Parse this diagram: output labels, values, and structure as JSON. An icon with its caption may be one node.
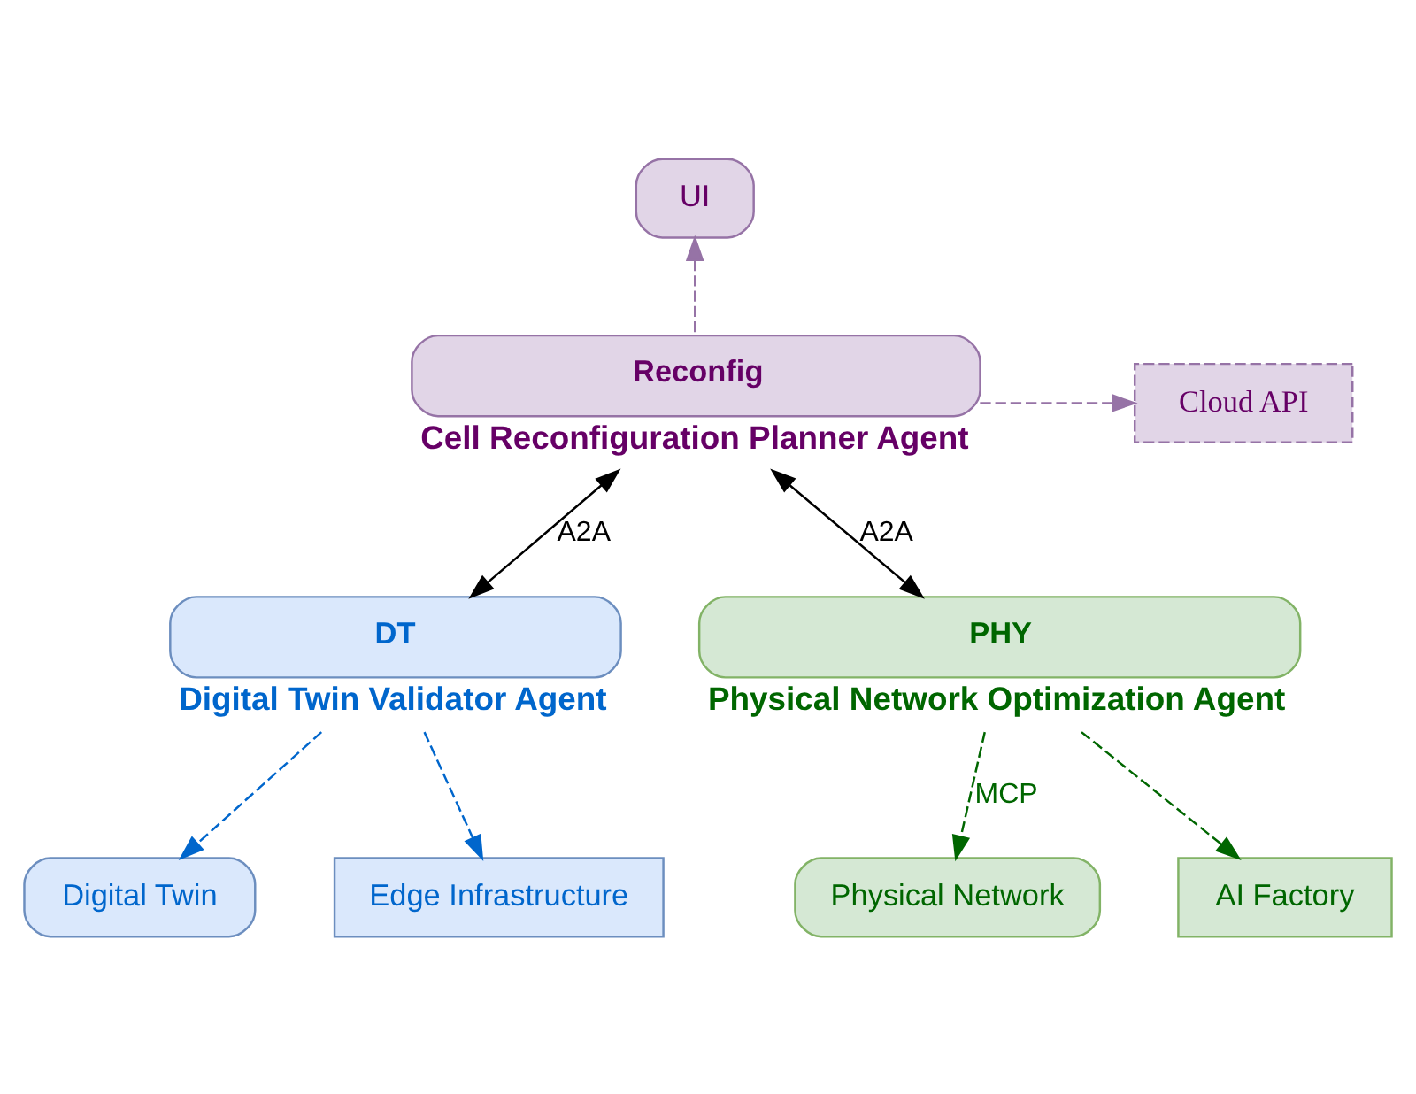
{
  "diagram": {
    "nodes": [
      {
        "text": [
          "UI"
        ]
      },
      {
        "text": [
          "Reconfig"
        ],
        "beside": [
          "Cell Reconfiguration Planner Agent"
        ]
      },
      {
        "text": [
          "Cloud API"
        ]
      },
      {
        "text": [
          "Digital Twin"
        ]
      },
      {
        "text": [
          "Edge Infrastructure"
        ]
      },
      {
        "text": [
          "DT"
        ],
        "beside": [
          "Digital Twin Validator Agent"
        ]
      },
      {
        "text": [
          "PHY"
        ],
        "beside": [
          "Physical Network Optimization Agent"
        ]
      },
      {
        "text": [
          "Physical Network"
        ]
      },
      {
        "text": [
          "AI Factory"
        ]
      }
    ],
    "edges": [
      {
        "from": 1,
        "to": 0,
        "arrow": "to",
        "style": "dashed",
        "color": "#9673a6"
      },
      {
        "from": 1,
        "to": 2,
        "arrow": "to",
        "style": "dashed",
        "color": "#9673a6"
      },
      {
        "from": 1,
        "to": 5,
        "arrow": "both",
        "label": "A2A",
        "color": "#000000"
      },
      {
        "from": 1,
        "to": 6,
        "arrow": "both",
        "label": "A2A",
        "color": "#000000"
      },
      {
        "from": 5,
        "to": 3,
        "arrow": "to",
        "style": "dashed",
        "color": "#0066cc"
      },
      {
        "from": 5,
        "to": 4,
        "arrow": "to",
        "style": "dashed",
        "color": "#0066cc"
      },
      {
        "from": 6,
        "to": 7,
        "arrow": "to",
        "style": "dashed",
        "color": "#006600",
        "label": "MCP"
      },
      {
        "from": 6,
        "to": 8,
        "arrow": "to",
        "style": "dashed",
        "color": "#006600"
      }
    ]
  }
}
